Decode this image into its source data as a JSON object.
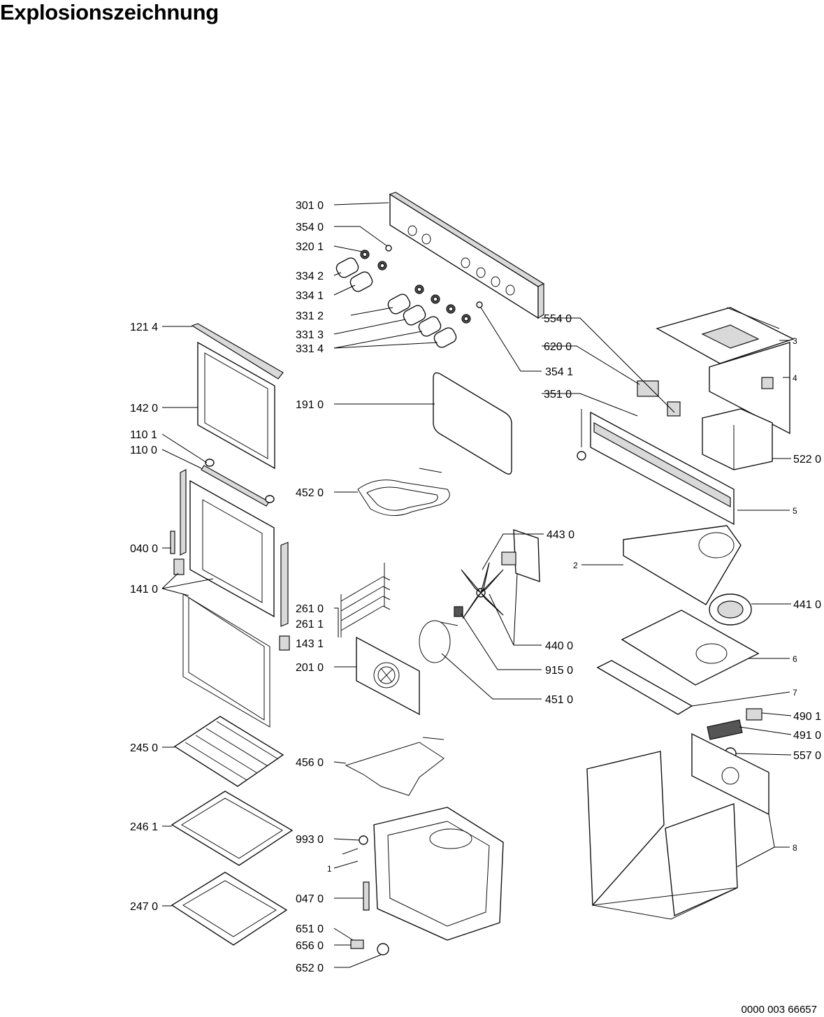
{
  "title": "Explosionszeichnung",
  "document_code": "0000 003 66657",
  "labels": {
    "l3010": "301 0",
    "l3540": "354 0",
    "l3201": "320 1",
    "l3342": "334 2",
    "l3341": "334 1",
    "l3312": "331 2",
    "l3313": "331 3",
    "l3314": "331 4",
    "l3541": "354 1",
    "l1214": "121 4",
    "l1420": "142 0",
    "l1101": "110 1",
    "l1100": "110 0",
    "l0400": "040 0",
    "l1410": "141 0",
    "l1910": "191 0",
    "l4520": "452 0",
    "l2610": "261 0",
    "l2611": "261 1",
    "l1431": "143 1",
    "l2010": "201 0",
    "l4430": "443 0",
    "l4400": "440 0",
    "l9150": "915 0",
    "l4510": "451 0",
    "l5540": "554 0",
    "l6200": "620 0",
    "l3510": "351 0",
    "l5220": "522 0",
    "l3": "3",
    "l4": "4",
    "l5": "5",
    "l2": "2",
    "l4410": "441 0",
    "l6": "6",
    "l7": "7",
    "l4901": "490 1",
    "l4910": "491 0",
    "l5570": "557 0",
    "l8": "8",
    "l2450": "245 0",
    "l4560": "456 0",
    "l2461": "246 1",
    "l9930": "993 0",
    "l1": "1",
    "l0470": "047 0",
    "l2470": "247 0",
    "l6510": "651 0",
    "l6560": "656 0",
    "l6520": "652 0"
  }
}
